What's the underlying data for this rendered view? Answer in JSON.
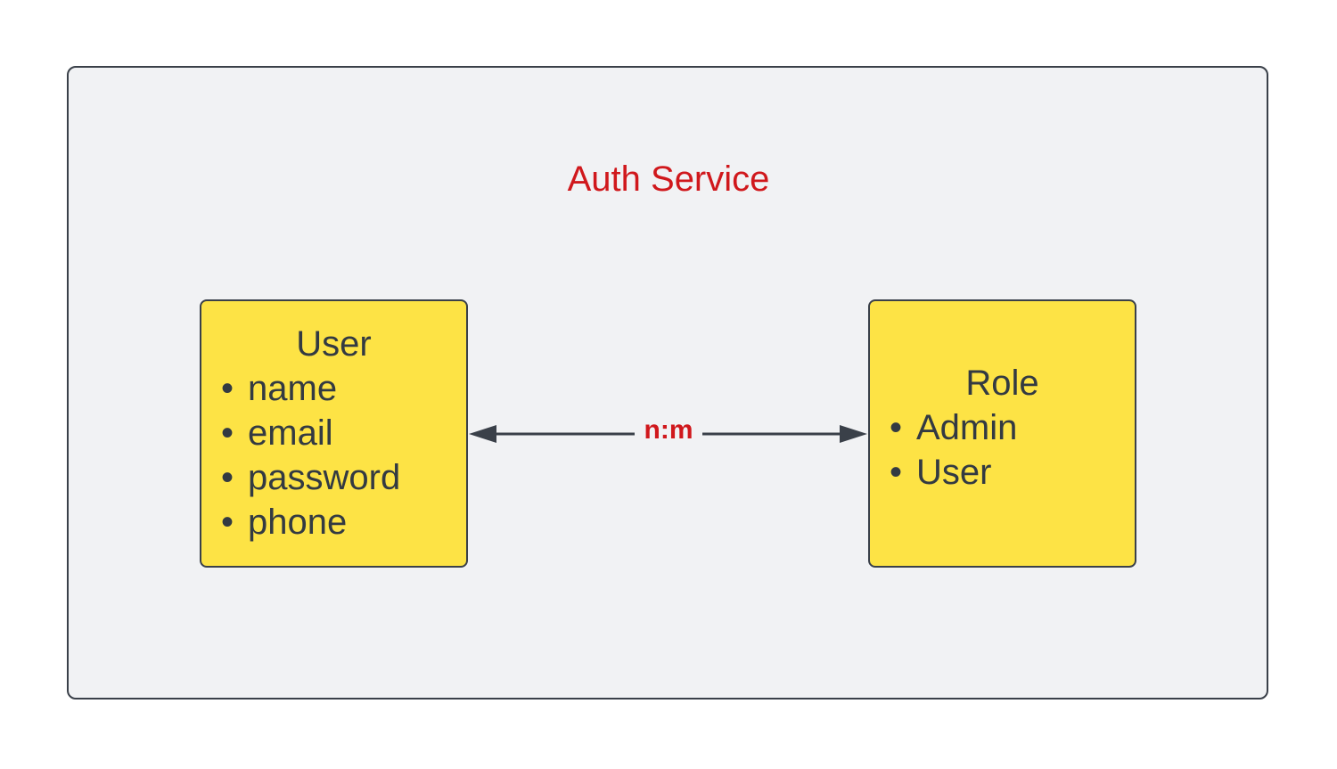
{
  "container": {
    "title": "Auth Service",
    "title_color": "#d0181c",
    "fill_color": "#f1f2f4",
    "border_color": "#3a4049"
  },
  "entities": [
    {
      "title": "User",
      "attributes": [
        "name",
        "email",
        "password",
        "phone"
      ],
      "fill_color": "#fde345"
    },
    {
      "title": "Role",
      "attributes": [
        "Admin",
        "User"
      ],
      "fill_color": "#fde345"
    }
  ],
  "relationship": {
    "from": "User",
    "to": "Role",
    "label": "n:m",
    "arrows": "both",
    "label_color": "#d0181c"
  }
}
